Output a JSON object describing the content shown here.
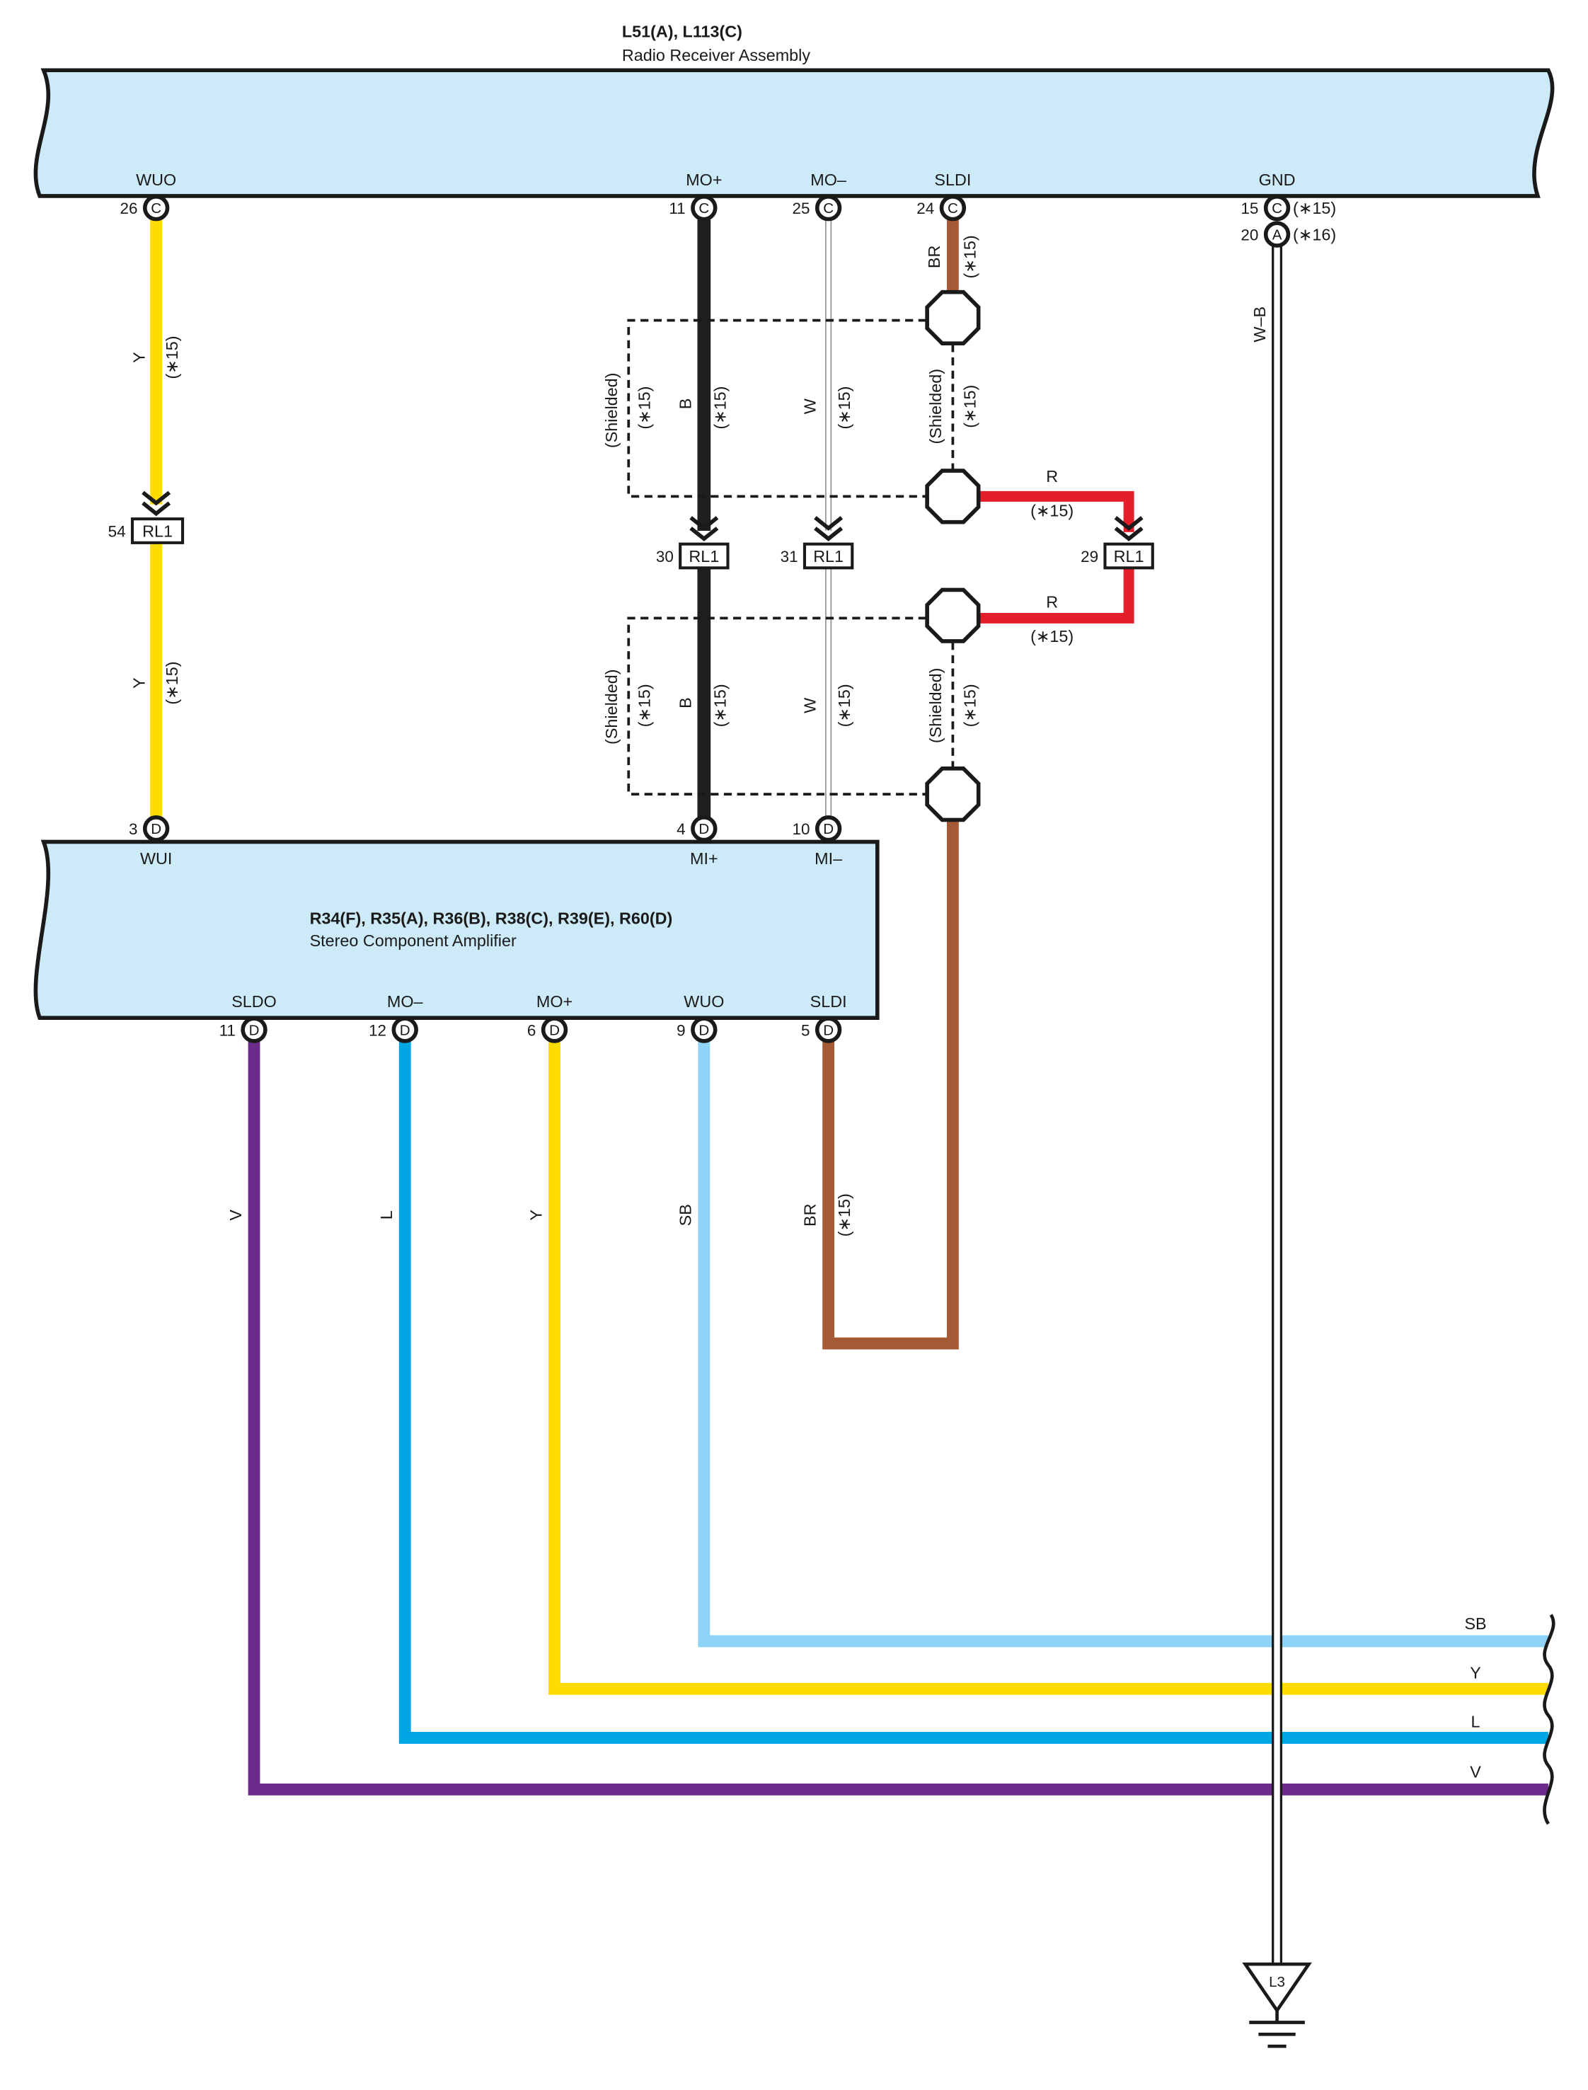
{
  "receiver": {
    "title": "L51(A), L113(C)",
    "subtitle": "Radio Receiver Assembly",
    "pins": [
      {
        "label": "WUO",
        "number": "26",
        "connector": "C"
      },
      {
        "label": "MO+",
        "number": "11",
        "connector": "C"
      },
      {
        "label": "MO–",
        "number": "25",
        "connector": "C"
      },
      {
        "label": "SLDI",
        "number": "24",
        "connector": "C"
      },
      {
        "label": "GND",
        "number": "15",
        "connector": "C",
        "note": "(∗15)"
      },
      {
        "number": "20",
        "connector": "A",
        "note": "(∗16)"
      }
    ]
  },
  "amplifier": {
    "title": "R34(F), R35(A), R36(B), R38(C), R39(E), R60(D)",
    "subtitle": "Stereo Component Amplifier",
    "input_pins": [
      {
        "label": "WUI",
        "number": "3",
        "connector": "D"
      },
      {
        "label": "MI+",
        "number": "4",
        "connector": "D"
      },
      {
        "label": "MI–",
        "number": "10",
        "connector": "D"
      }
    ],
    "output_pins": [
      {
        "label": "SLDO",
        "number": "11",
        "connector": "D"
      },
      {
        "label": "MO–",
        "number": "12",
        "connector": "D"
      },
      {
        "label": "MO+",
        "number": "6",
        "connector": "D"
      },
      {
        "label": "WUO",
        "number": "9",
        "connector": "D"
      },
      {
        "label": "SLDI",
        "number": "5",
        "connector": "D"
      }
    ]
  },
  "junction_connectors": [
    {
      "pin": "54",
      "name": "RL1"
    },
    {
      "pin": "30",
      "name": "RL1"
    },
    {
      "pin": "31",
      "name": "RL1"
    },
    {
      "pin": "29",
      "name": "RL1"
    }
  ],
  "wires": {
    "wuo_upper": {
      "code": "Y",
      "note": "(∗15)"
    },
    "wuo_lower": {
      "code": "Y",
      "note": "(∗15)"
    },
    "mo_plus_upper": {
      "code": "B",
      "note": "(∗15)"
    },
    "mo_plus_lower": {
      "code": "B",
      "note": "(∗15)"
    },
    "mo_minus_upper": {
      "code": "W",
      "note": "(∗15)"
    },
    "mo_minus_lower": {
      "code": "W",
      "note": "(∗15)"
    },
    "sldi_upper": {
      "code": "BR",
      "note": "(∗15)"
    },
    "drain_upper": {
      "code": "R",
      "note": "(∗15)"
    },
    "drain_lower": {
      "code": "R",
      "note": "(∗15)"
    },
    "sldi_lower": {
      "code": "BR",
      "note": "(∗15)"
    },
    "sldo_out": {
      "code": "V"
    },
    "mo_minus_out": {
      "code": "L"
    },
    "mo_plus_out": {
      "code": "Y"
    },
    "wuo_out": {
      "code": "SB"
    },
    "gnd": {
      "code": "W–B"
    }
  },
  "shields": [
    {
      "label": "(Shielded)",
      "note": "(∗15)"
    },
    {
      "label": "(Shielded)",
      "note": "(∗15)"
    },
    {
      "label": "(Shielded)",
      "note": "(∗15)"
    },
    {
      "label": "(Shielded)",
      "note": "(∗15)"
    }
  ],
  "harness_ends": [
    {
      "code": "SB"
    },
    {
      "code": "Y"
    },
    {
      "code": "L"
    },
    {
      "code": "V"
    }
  ],
  "ground": {
    "point": "L3"
  },
  "colors": {
    "yellow": "#ffdc00",
    "black": "#1f1f1f",
    "white": "#ffffff",
    "brown": "#a65b37",
    "red": "#e41e2b",
    "violet": "#6c2c8b",
    "blue": "#00a5e4",
    "sky_blue": "#8fd4f6",
    "box_fill": "#cdeaf9"
  }
}
